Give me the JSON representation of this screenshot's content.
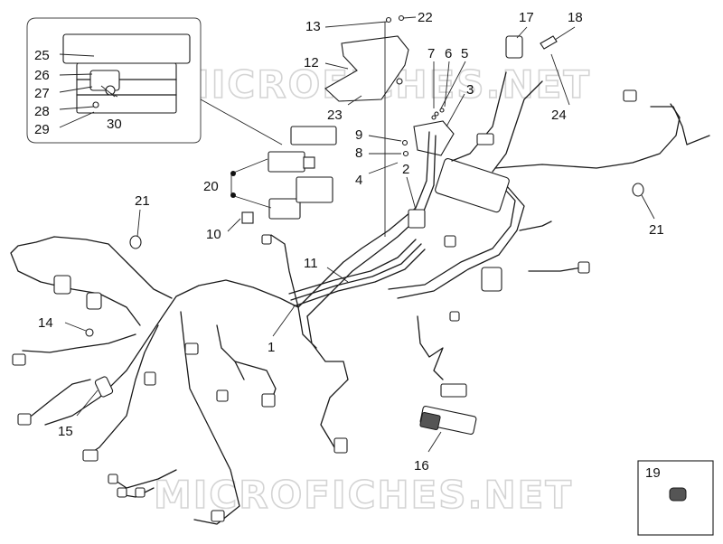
{
  "watermark": {
    "text": "MICROFICHES.NET"
  },
  "callouts": [
    {
      "id": "c1",
      "label": "1"
    },
    {
      "id": "c2",
      "label": "2"
    },
    {
      "id": "c3",
      "label": "3"
    },
    {
      "id": "c4",
      "label": "4"
    },
    {
      "id": "c5",
      "label": "5"
    },
    {
      "id": "c6",
      "label": "6"
    },
    {
      "id": "c7",
      "label": "7"
    },
    {
      "id": "c8",
      "label": "8"
    },
    {
      "id": "c9",
      "label": "9"
    },
    {
      "id": "c10",
      "label": "10"
    },
    {
      "id": "c11",
      "label": "11"
    },
    {
      "id": "c12",
      "label": "12"
    },
    {
      "id": "c13",
      "label": "13"
    },
    {
      "id": "c14",
      "label": "14"
    },
    {
      "id": "c15",
      "label": "15"
    },
    {
      "id": "c16",
      "label": "16"
    },
    {
      "id": "c17",
      "label": "17"
    },
    {
      "id": "c18",
      "label": "18"
    },
    {
      "id": "c19",
      "label": "19"
    },
    {
      "id": "c20",
      "label": "20"
    },
    {
      "id": "c21a",
      "label": "21"
    },
    {
      "id": "c21b",
      "label": "21"
    },
    {
      "id": "c22",
      "label": "22"
    },
    {
      "id": "c23",
      "label": "23"
    },
    {
      "id": "c24",
      "label": "24"
    },
    {
      "id": "c25",
      "label": "25"
    },
    {
      "id": "c26",
      "label": "26"
    },
    {
      "id": "c27",
      "label": "27"
    },
    {
      "id": "c28",
      "label": "28"
    },
    {
      "id": "c29",
      "label": "29"
    },
    {
      "id": "c30",
      "label": "30"
    }
  ],
  "colors": {
    "line": "#1a1a1a",
    "watermark": "#d4d4d4",
    "background": "#ffffff"
  }
}
